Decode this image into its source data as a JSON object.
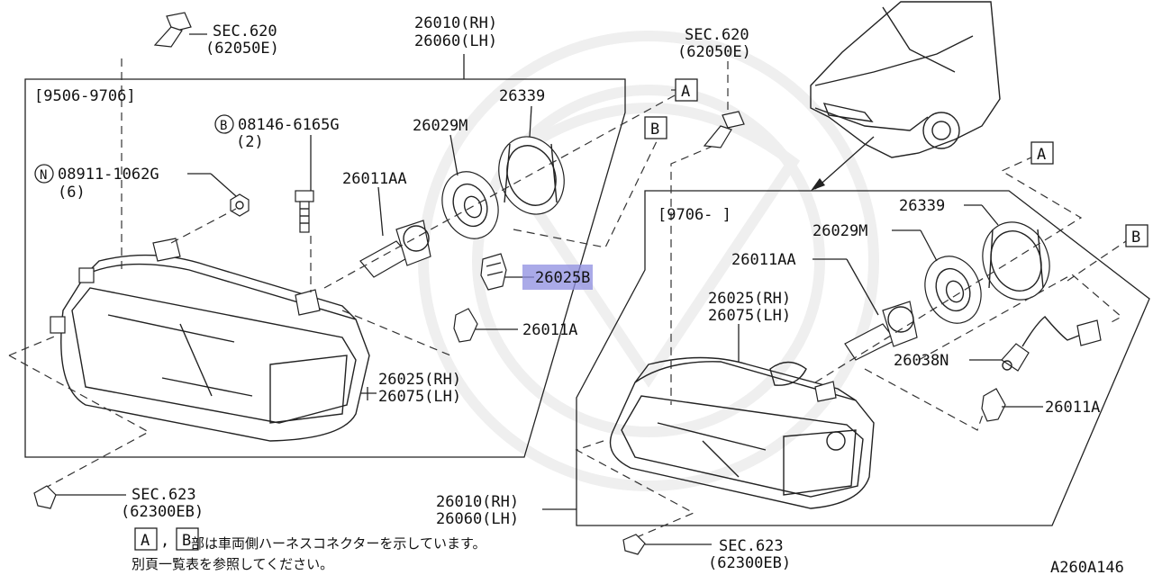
{
  "labels": {
    "sec620_a": "SEC.620",
    "sec620_a_sub": "(62050E)",
    "sec620_b": "SEC.620",
    "sec620_b_sub": "(62050E)",
    "asm_top_rh": "26010(RH)",
    "asm_top_lh": "26060(LH)",
    "date_left": "[9506-9706]",
    "date_right": "[9706-      ]",
    "bolt": "08146-6165G",
    "bolt_qty": "(2)",
    "bolt_mark": "B",
    "nut": "08911-1062G",
    "nut_qty": "(6)",
    "nut_mark": "N",
    "bulb_l": "26011AA",
    "socket_l": "26029M",
    "ring_l": "26339",
    "bulb_hl": "26025B",
    "side_l": "26011A",
    "lamp_l_rh": "26025(RH)",
    "lamp_l_lh": "26075(LH)",
    "sec623_a": "SEC.623",
    "sec623_a_sub": "(62300EB)",
    "ring_r": "26339",
    "socket_r": "26029M",
    "bulb_r": "26011AA",
    "lamp_r_rh": "26025(RH)",
    "lamp_r_lh": "26075(LH)",
    "harness": "26038N",
    "side_r": "26011A",
    "asm_bot_rh": "26010(RH)",
    "asm_bot_lh": "26060(LH)",
    "sec623_b": "SEC.623",
    "sec623_b_sub": "(62300EB)",
    "ref_a": "A",
    "ref_b": "B",
    "legend_a": "A",
    "legend_b": "B",
    "legend_sep": ",",
    "note1": "部は車両側ハーネスコネクターを示しています。",
    "note2": "別頁一覧表を参照してください。",
    "diagram_id": "A260A146"
  }
}
